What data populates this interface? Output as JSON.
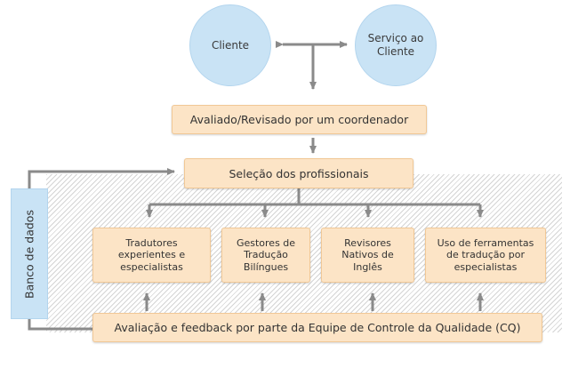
{
  "nodes": {
    "cliente": "Cliente",
    "servico": "Serviço ao Cliente",
    "avaliado": "Avaliado/Revisado por um coordenador",
    "selecao": "Seleção dos profissionais",
    "tradutores": "Tradutores experientes e especialistas",
    "gestores": "Gestores de Tradução Bilíngues",
    "revisores": "Revisores Nativos de Inglês",
    "ferramentas": "Uso de ferramentas de tradução por especialistas",
    "avaliacao": "Avaliação e feedback por parte da Equipe de Controle da Qualidade (CQ)",
    "banco": "Banco de dados"
  },
  "colors": {
    "circle_fill": "#c9e3f5",
    "box_fill": "#fce4c6",
    "box_border": "#f1c896",
    "connector": "#8a8a8a"
  }
}
